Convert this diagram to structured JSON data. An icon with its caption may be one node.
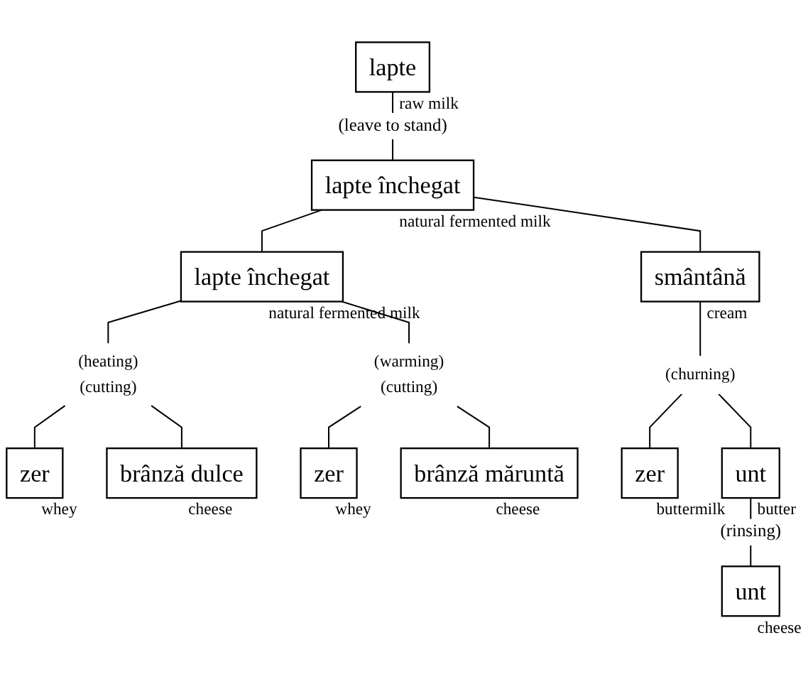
{
  "diagram": {
    "nodes": [
      {
        "text": [
          "lapte"
        ],
        "beside": [
          "raw milk"
        ]
      },
      {
        "text": [
          "lapte închegat"
        ],
        "beside": [
          "natural fermented milk"
        ]
      },
      {
        "text": [
          "lapte închegat"
        ],
        "beside": [
          "natural fermented milk"
        ]
      },
      {
        "text": [
          "smântână"
        ],
        "beside": [
          "cream"
        ]
      },
      {
        "text": [
          "(heating)",
          "(cutting)"
        ]
      },
      {
        "text": [
          "(warming)",
          "(cutting)"
        ]
      },
      {
        "text": [
          "(churning)"
        ]
      },
      {
        "text": [
          "zer"
        ],
        "beside": [
          "whey"
        ]
      },
      {
        "text": [
          "brânză dulce"
        ],
        "beside": [
          "cheese"
        ]
      },
      {
        "text": [
          "zer"
        ],
        "beside": [
          "whey"
        ]
      },
      {
        "text": [
          "brânză măruntă"
        ],
        "beside": [
          "cheese"
        ]
      },
      {
        "text": [
          "zer"
        ],
        "beside": [
          "buttermilk"
        ]
      },
      {
        "text": [
          "unt"
        ],
        "beside": [
          "butter"
        ]
      },
      {
        "text": [
          "unt"
        ],
        "beside": [
          "cheese"
        ]
      }
    ],
    "edges": [
      {
        "from": 0,
        "to": 1,
        "arrow": "none",
        "label": "(leave to stand)"
      },
      {
        "from": 1,
        "to": 2,
        "arrow": "none"
      },
      {
        "from": 1,
        "to": 3,
        "arrow": "none"
      },
      {
        "from": 2,
        "to": 4,
        "arrow": "none"
      },
      {
        "from": 2,
        "to": 5,
        "arrow": "none"
      },
      {
        "from": 4,
        "to": 7,
        "arrow": "none"
      },
      {
        "from": 4,
        "to": 8,
        "arrow": "none"
      },
      {
        "from": 5,
        "to": 9,
        "arrow": "none"
      },
      {
        "from": 5,
        "to": 10,
        "arrow": "none"
      },
      {
        "from": 3,
        "to": 6,
        "arrow": "none"
      },
      {
        "from": 6,
        "to": 11,
        "arrow": "none"
      },
      {
        "from": 6,
        "to": 12,
        "arrow": "none"
      },
      {
        "from": 12,
        "to": 13,
        "arrow": "none",
        "label": "(rinsing)"
      }
    ]
  }
}
